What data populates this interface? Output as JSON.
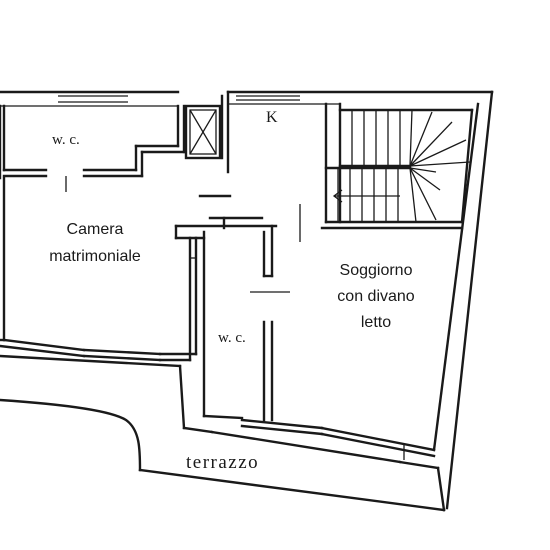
{
  "rooms": {
    "wc_top": "w. c.",
    "kitchen": "K",
    "bedroom_line1": "Camera",
    "bedroom_line2": "matrimoniale",
    "wc_middle": "w. c.",
    "living_line1": "Soggiorno",
    "living_line2": "con divano",
    "living_line3": "letto",
    "terrace": "terrazzo"
  }
}
